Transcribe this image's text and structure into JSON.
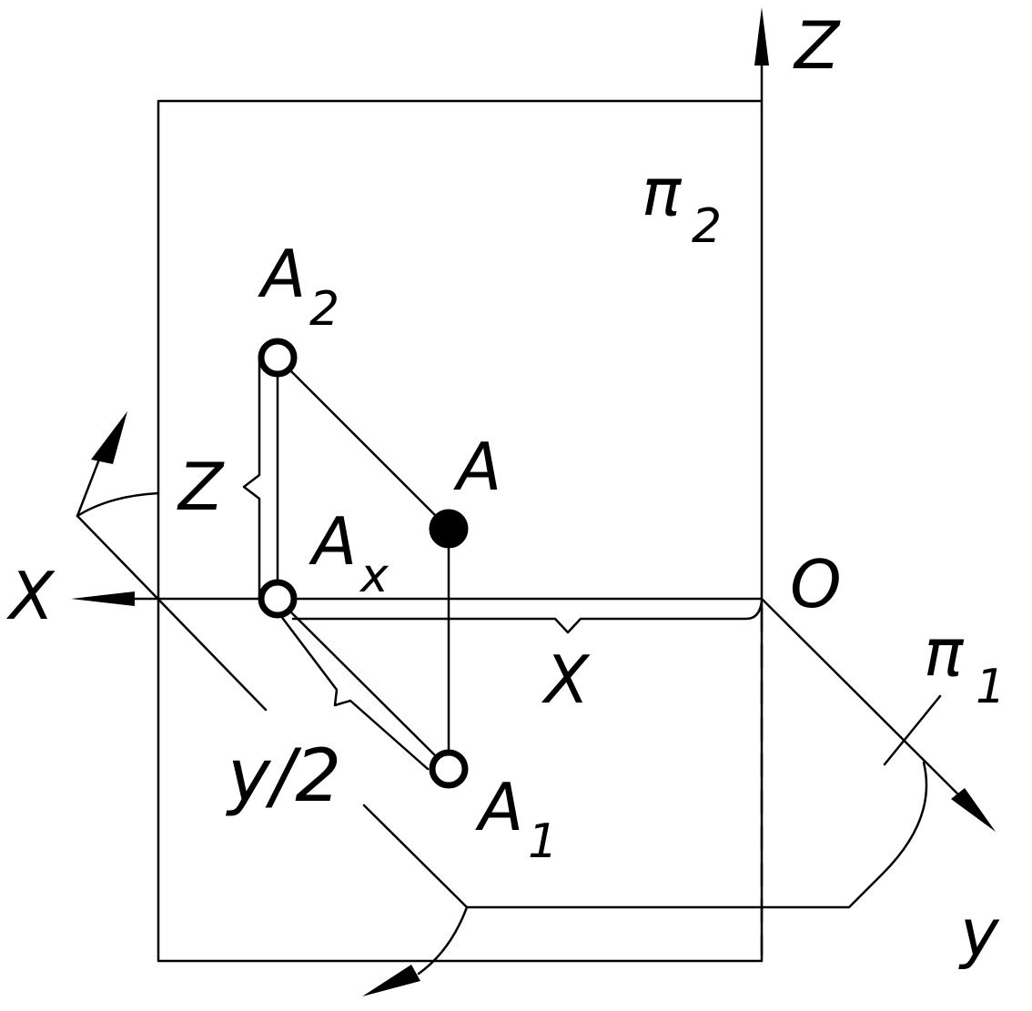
{
  "planes": {
    "frontal": "π",
    "frontal_index": "2",
    "horizontal": "π",
    "horizontal_index": "1"
  },
  "axes": {
    "x": "X",
    "y": "y",
    "z": "Z",
    "origin": "O"
  },
  "points": {
    "space_point": "A",
    "frontal_projection": "A",
    "frontal_projection_index": "2",
    "horizontal_projection": "A",
    "horizontal_projection_index": "1",
    "axis_point": "A",
    "axis_point_index": "x"
  },
  "dimensions": {
    "z": "Z",
    "x": "X",
    "y_half": "y/2"
  }
}
